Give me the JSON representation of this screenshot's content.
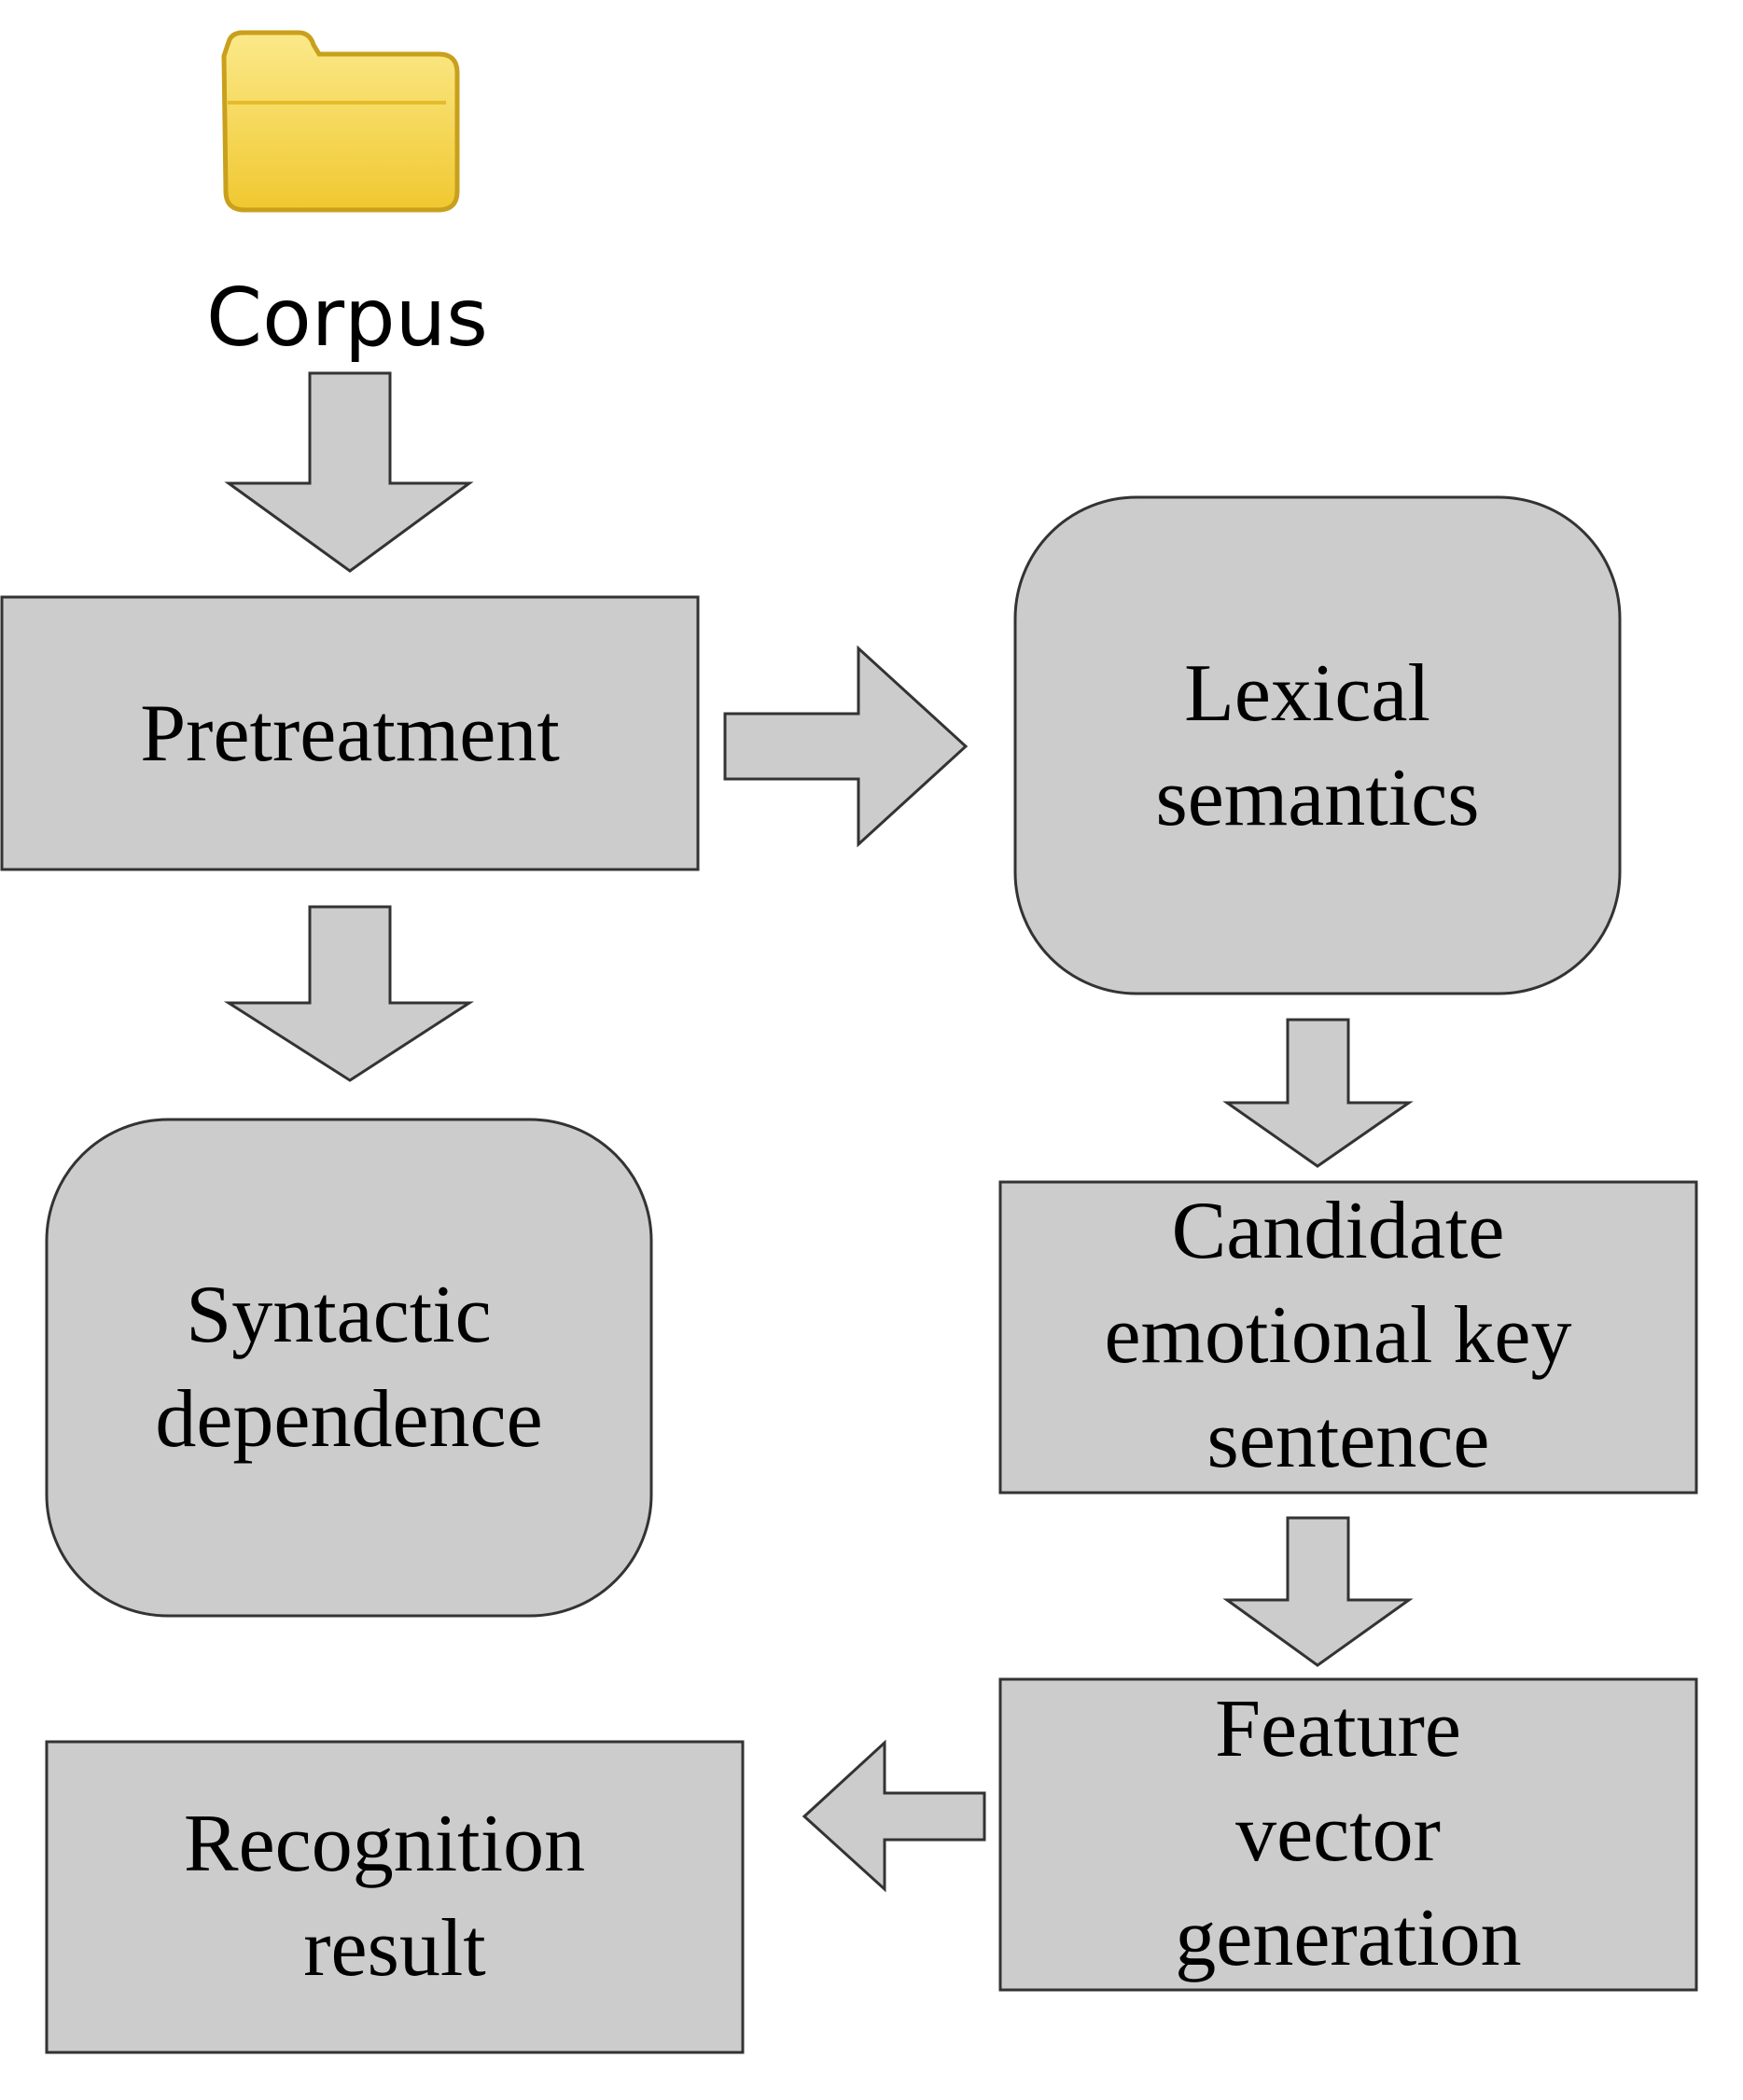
{
  "colors": {
    "fill": "#cccccc",
    "stroke": "#333333",
    "folder": "#f5d23c",
    "folder_edge": "#caa21a"
  },
  "source": {
    "label": "Corpus",
    "icon": "folder-icon"
  },
  "nodes": {
    "pretreatment": {
      "lines": [
        "Pretreatment"
      ]
    },
    "lexical_semantics": {
      "lines": [
        "Lexical",
        "semantics"
      ]
    },
    "syntactic_dependence": {
      "lines": [
        "Syntactic",
        "dependence"
      ]
    },
    "candidate_sentence": {
      "lines": [
        "Candidate",
        "emotional key",
        "sentence"
      ]
    },
    "feature_vector": {
      "lines": [
        "Feature",
        "vector",
        "generation"
      ]
    },
    "recognition_result": {
      "lines": [
        "Recognition",
        "result"
      ]
    }
  }
}
